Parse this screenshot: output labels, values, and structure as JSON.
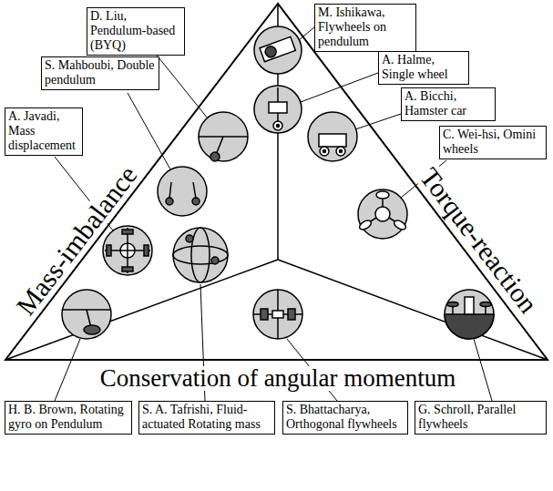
{
  "diagram": {
    "nodes": [
      {
        "text": [
          "D. Liu, Pendulum-based (BYQ)"
        ]
      },
      {
        "text": [
          "M. Ishikawa, Flywheels on pendulum"
        ]
      },
      {
        "text": [
          "S. Mahboubi, Double pendulum"
        ]
      },
      {
        "text": [
          "A. Halme, Single wheel"
        ]
      },
      {
        "text": [
          "A. Javadi, Mass displacement"
        ]
      },
      {
        "text": [
          "A. Bicchi, Hamster car"
        ]
      },
      {
        "text": [
          "C. Wei-hsi, Omini wheels"
        ]
      },
      {
        "text": [
          "H. B. Brown, Rotating gyro on Pendulum"
        ]
      },
      {
        "text": [
          "S. A. Tafrishi, Fluid-actuated Rotating mass"
        ]
      },
      {
        "text": [
          "S. Bhattacharya, Orthogonal flywheels"
        ]
      },
      {
        "text": [
          "G. Schroll, Parallel flywheels"
        ]
      }
    ],
    "labels": [
      "Mass-imbalance",
      "Torque-reaction",
      "Conservation of angular momentum"
    ]
  }
}
